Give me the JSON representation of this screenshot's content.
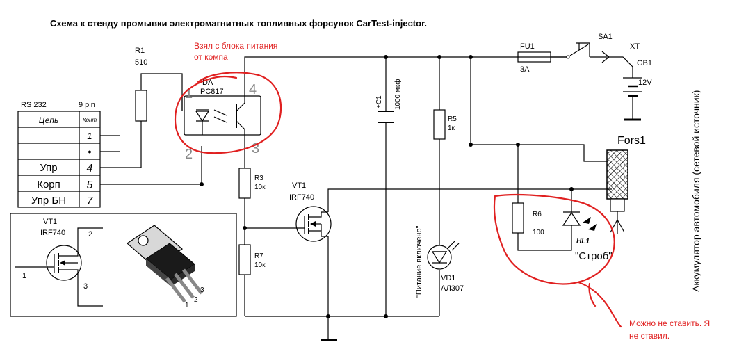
{
  "title": "Схема к стенду промывки электромагнитных топливных форсунок  CarTest-injector.",
  "note_power": [
    "Взял с блока питания",
    "от компа"
  ],
  "note_strobe": [
    "Можно не ставить. Я",
    "не ставил."
  ],
  "side_label": "Аккумулятор автомобиля (сетевой источник)",
  "connector": {
    "title": "RS 232",
    "pins": "9 pin",
    "head_circuit": "Цепь",
    "head_contact": "Конт",
    "rows": [
      {
        "name": "",
        "pin": "1"
      },
      {
        "name": "",
        "pin": "•"
      },
      {
        "name": "Упр",
        "pin": "4"
      },
      {
        "name": "Корп",
        "pin": "5"
      },
      {
        "name": "Упр БН",
        "pin": "7"
      }
    ]
  },
  "r1": {
    "ref": "R1",
    "value": "510"
  },
  "optocoupler": {
    "ref": "DA",
    "part": "PC817",
    "pins": [
      "1",
      "4",
      "2",
      "3"
    ]
  },
  "r3": {
    "ref": "R3",
    "value": "10к"
  },
  "r7": {
    "ref": "R7",
    "value": "10к"
  },
  "vt1": {
    "ref": "VT1",
    "part": "IRF740"
  },
  "c1": {
    "ref": "+C1",
    "value": "1000 мкф"
  },
  "power_led_label": "\"Питание включено\"",
  "r5": {
    "ref": "R5",
    "value": "1к"
  },
  "vd1": {
    "ref": "VD1",
    "part": "АЛ307"
  },
  "fu1": {
    "ref": "FU1",
    "value": "3А"
  },
  "sa1": {
    "ref": "SA1"
  },
  "xt": {
    "ref": "XT"
  },
  "gb1": {
    "ref": "GB1",
    "value": "12V"
  },
  "fors": {
    "ref": "Fors1"
  },
  "r6": {
    "ref": "R6",
    "value": "100"
  },
  "hl1": {
    "ref": "HL1",
    "label": "\"Строб\""
  },
  "inset": {
    "ref": "VT1",
    "part": "IRF740",
    "pins": [
      "1",
      "2",
      "3"
    ],
    "package_pins": [
      "1",
      "2",
      "3"
    ]
  }
}
